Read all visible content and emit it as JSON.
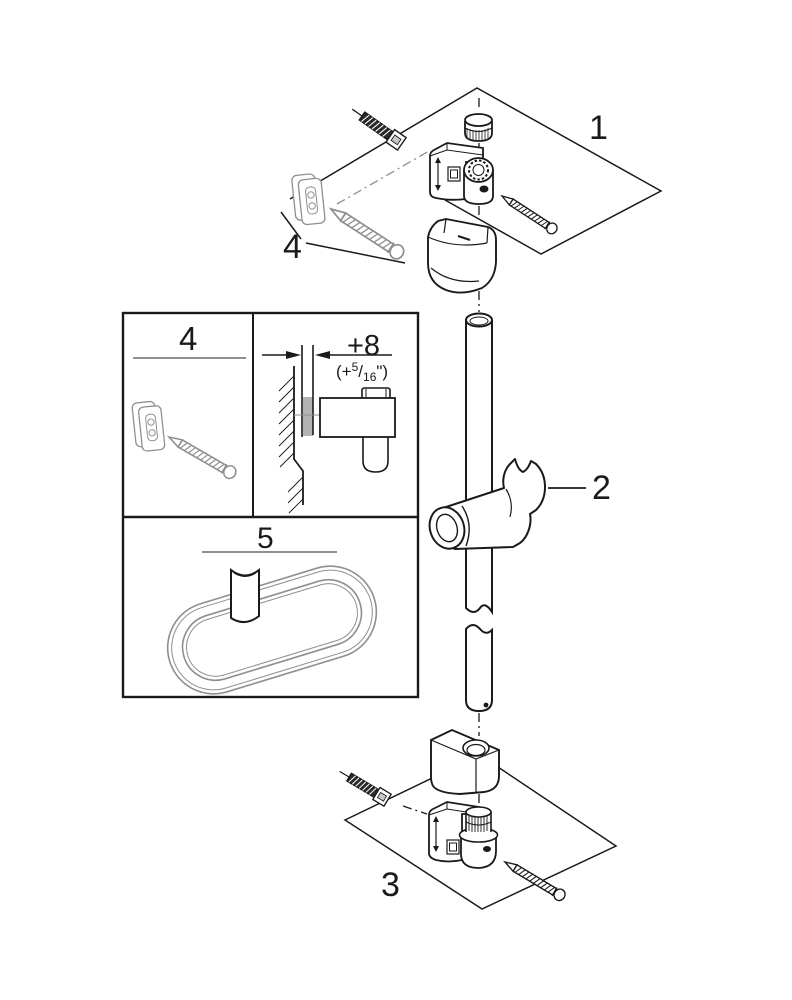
{
  "diagram": {
    "callouts": {
      "top_assembly": "1",
      "glide_element": "2",
      "bottom_assembly": "3",
      "wall_plug": "4"
    },
    "inset": {
      "detail_anchor_label": "4",
      "detail_base_label": "5",
      "dimension": {
        "metric": "+8",
        "imp_open": "(+",
        "imp_num": "5",
        "imp_frac": "/",
        "imp_den": "16",
        "imp_close": "\")"
      }
    },
    "colors": {
      "line": "#1a1a1a",
      "secondary": "#8f8f8f",
      "background": "#ffffff",
      "spacer": "#b3b3b3"
    }
  }
}
